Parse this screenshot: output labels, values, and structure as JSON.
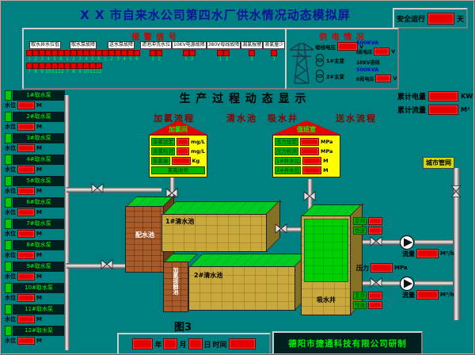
{
  "colors": {
    "background": "#008080",
    "led_red": "#e60000",
    "indicator_green": "#00ff00",
    "title_blue": "#12129a",
    "panel_title_red": "#d00000",
    "stage_maroon": "#8b0000"
  },
  "header": {
    "title": "X X 市自来水公司第四水厂供水情况动态模拟屏",
    "safe_run_label": "安全运行",
    "safe_run_unit": "天"
  },
  "alarm_panel": {
    "title": "报 警 信 号",
    "groups": [
      {
        "label": "取水井水位低",
        "count": 12
      },
      {
        "label": "取水泵故障",
        "count": 12
      },
      {
        "label": "送水泵故障",
        "count": 6
      },
      {
        "label": "滤池冲洗水位",
        "count": 2
      },
      {
        "label": "10KV电源故障",
        "count": 2
      },
      {
        "label": "380V母线故障",
        "count": 2
      },
      {
        "label": "漏氯报警",
        "count": 1
      },
      {
        "label": "液氯量少",
        "count": 1
      }
    ]
  },
  "power_panel": {
    "title": "供 电 情 况",
    "incoming_label": "10KV进线",
    "bus_voltage_label": "母线电压",
    "bus_voltage_unit": "V",
    "transformers": [
      {
        "kva": "500KVA",
        "name": "1#主变",
        "section_label": "I段电压",
        "unit": "V"
      },
      {
        "kva": "500KVA",
        "name": "2#主变",
        "section_label": "II段电压",
        "unit": "V"
      }
    ]
  },
  "totals": {
    "energy_label": "累计电量",
    "energy_unit": "KWh",
    "flow_label": "累计流量",
    "flow_unit": "M³"
  },
  "process": {
    "title": "生 产 过 程 动 态 显 示",
    "stages": [
      "加氯流程",
      "清水池",
      "吸水井",
      "送水流程"
    ]
  },
  "pumps": {
    "level_label": "水位",
    "level_unit": "M",
    "items": [
      {
        "name": "1#取水泵"
      },
      {
        "name": "2#取水泵"
      },
      {
        "name": "3#取水泵"
      },
      {
        "name": "4#取水泵"
      },
      {
        "name": "5#取水泵"
      },
      {
        "name": "6#取水泵"
      },
      {
        "name": "7#取水泵"
      },
      {
        "name": "8#取水泵"
      },
      {
        "name": "9#取水泵"
      },
      {
        "name": "10#取水泵"
      },
      {
        "name": "11#取水泵"
      },
      {
        "name": "12#取水泵"
      }
    ]
  },
  "chlorine_house": {
    "name": "加氯间",
    "rows": [
      {
        "label": "余氯设定",
        "unit": "mg/L"
      },
      {
        "label": "余氯检测",
        "unit": "mg/L"
      },
      {
        "label": "投氯量",
        "unit": "Kg"
      }
    ],
    "bottom_label": "氯吸收塔"
  },
  "duty_house": {
    "name": "值班室",
    "rows": [
      {
        "label": "压力设定",
        "unit": "MPa"
      },
      {
        "label": "压力检测",
        "unit": "MPa"
      },
      {
        "label": "1#井水位",
        "unit": "M"
      },
      {
        "label": "2#井水位",
        "unit": "M"
      }
    ]
  },
  "tanks": {
    "distribution_label": "配水池",
    "clear1_label": "1#清水池",
    "clear2_label": "2#清水池",
    "contact_label": "加氯接触池",
    "suction_label": "吸水井"
  },
  "delivery": {
    "network_label": "城市管网",
    "mode_vfd_label": "变频",
    "mode_fixed_label": "恒速",
    "meters": [
      {
        "label": "流量",
        "unit": "M³/h"
      },
      {
        "label": "压力",
        "unit": "MPa"
      },
      {
        "label": "流量",
        "unit": "M³/h"
      }
    ]
  },
  "footer": {
    "figure_label": "图3",
    "date": {
      "year": "年",
      "month": "月",
      "day": "日",
      "time": "时间"
    },
    "company": "德阳市捷通科技有限公司研制"
  }
}
